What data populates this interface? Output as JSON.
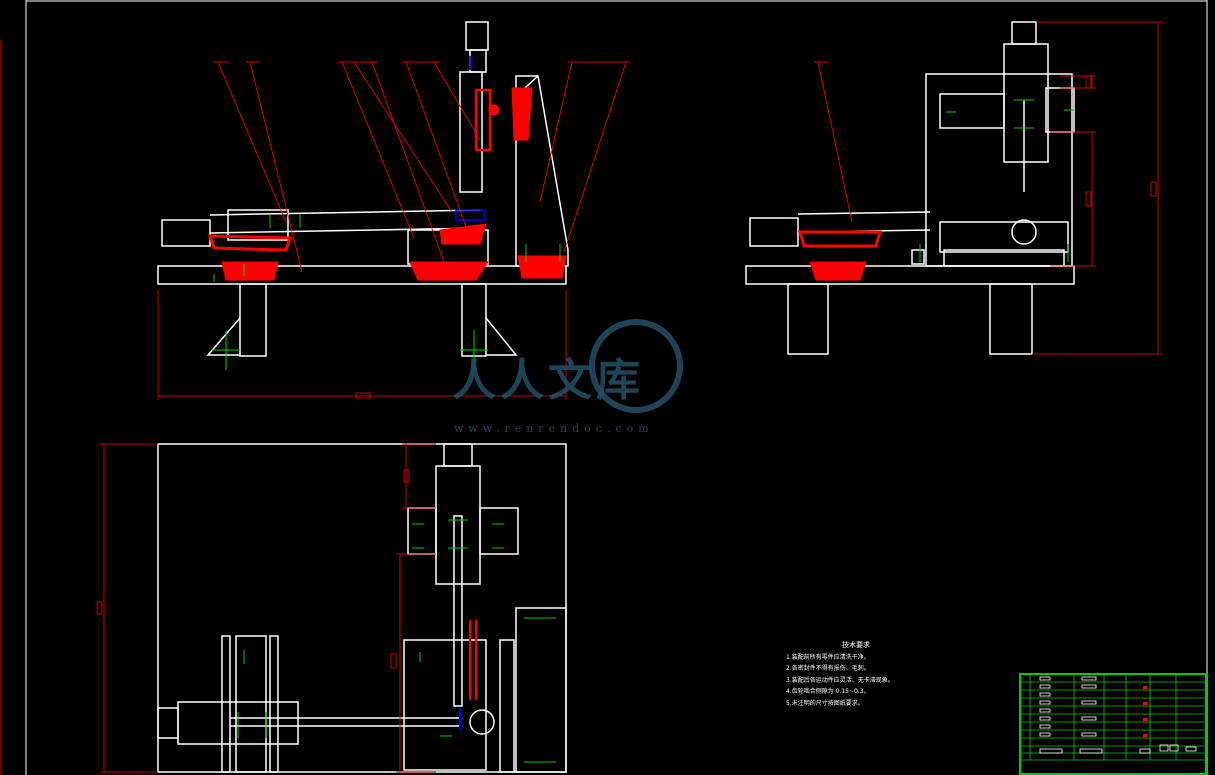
{
  "drawing": {
    "colors": {
      "background": "#000000",
      "outline": "#ffffff",
      "leader": "#ff0000",
      "part_fill": "#ff0000",
      "center_mark": "#00cc00",
      "dimension": "#ff0000",
      "accent_blue": "#0000ff",
      "watermark": "#24506a"
    },
    "views": [
      "front-view",
      "side-view",
      "top-view"
    ]
  },
  "technical_requirements": {
    "title": "技术要求",
    "items": [
      "1.装配前所有零件应清洗干净。",
      "2.各密封件不得有损伤、毛刺。",
      "3.装配后各运动件应灵活、无卡滞现象。",
      "4.齿轮啮合侧隙为 0.15~0.3。",
      "5.未注明的尺寸按图纸要求。"
    ]
  },
  "watermark": {
    "brand": "人人文库",
    "url": "www.renrendoc.com"
  },
  "title_block": {
    "icon": "title-block-grid"
  }
}
